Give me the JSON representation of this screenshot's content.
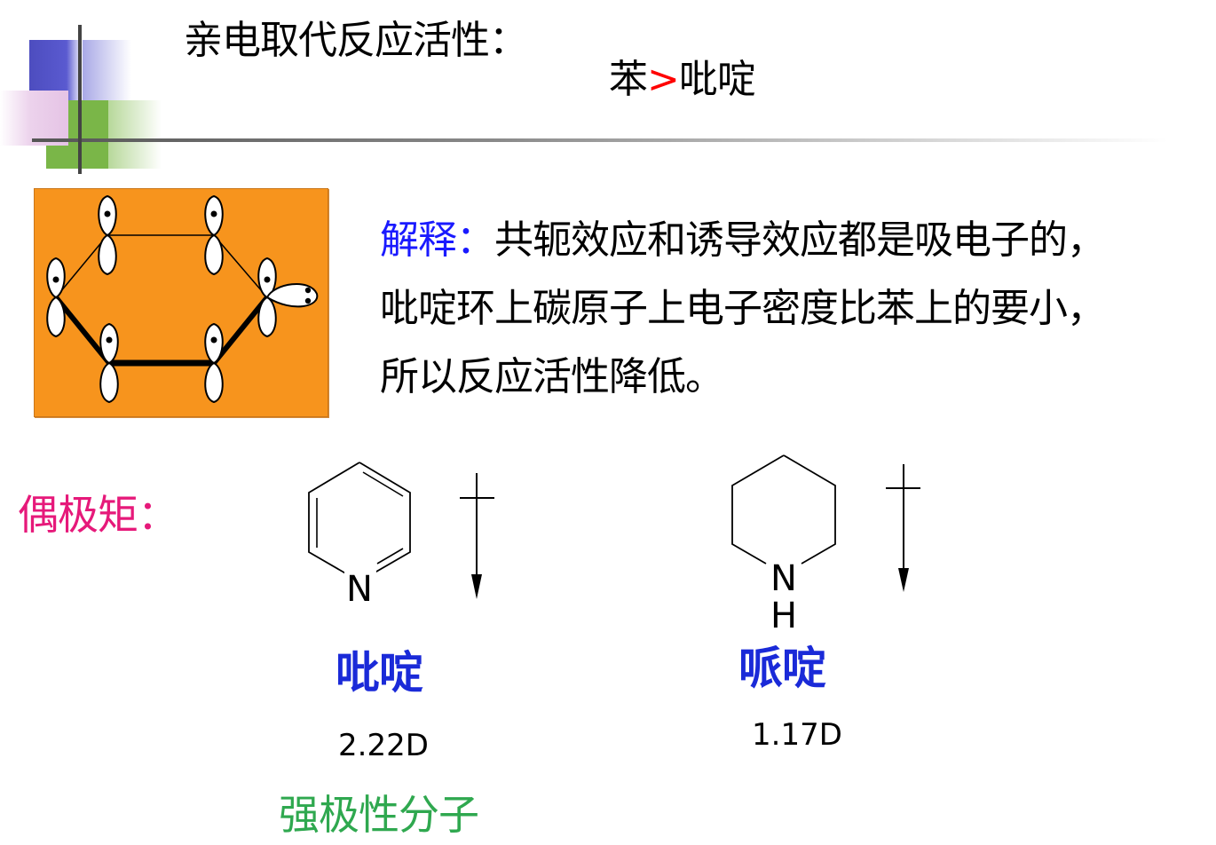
{
  "header": {
    "title": "亲电取代反应活性：",
    "compare_left": "苯",
    "compare_symbol": ">",
    "compare_right": "吡啶"
  },
  "explanation": {
    "label": "解释：",
    "line1": "共轭效应和诱导效应都是吸电子的，",
    "line2": "吡啶环上碳原子上电子密度比苯上的要小，",
    "line3": "所以反应活性降低。"
  },
  "dipole": {
    "label": "偶极矩："
  },
  "molecules": [
    {
      "name": "吡啶",
      "atom": "N",
      "value": "2.22D"
    },
    {
      "name": "哌啶",
      "atom": "N",
      "atom_h": "H",
      "value": "1.17D"
    }
  ],
  "note": "强极性分子",
  "colors": {
    "accent_blue": "#1a1aff",
    "compare_red": "#ff0000",
    "dipole_pink": "#e6197a",
    "note_green": "#2fa84f",
    "orbital_bg": "#f7941d"
  }
}
